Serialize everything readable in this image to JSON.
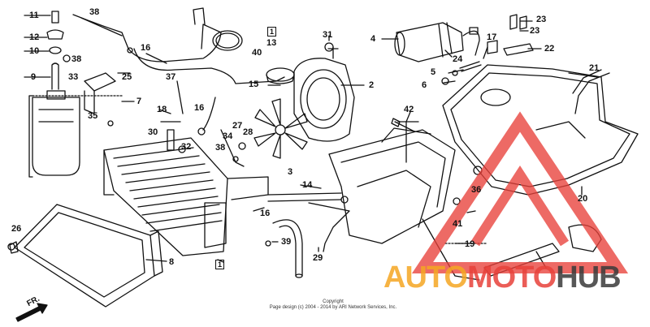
{
  "callouts": {
    "c11": "11",
    "c38a": "38",
    "c12": "12",
    "c10": "10",
    "c38b": "38",
    "c9": "9",
    "c33": "33",
    "c25": "25",
    "c7": "7",
    "c35": "35",
    "c16a": "16",
    "c37": "37",
    "c18": "18",
    "c30": "30",
    "c32": "32",
    "c16b": "16",
    "c15": "15",
    "c40": "40",
    "c13": "13",
    "c1a": "1",
    "c31": "31",
    "c2": "2",
    "c27": "27",
    "c28": "28",
    "c34": "34",
    "c38c": "38",
    "c3": "3",
    "c14": "14",
    "c16c": "16",
    "c39": "39",
    "c29": "29",
    "c42": "42",
    "c4": "4",
    "c24": "24",
    "c5": "5",
    "c6": "6",
    "c17": "17",
    "c23a": "23",
    "c23b": "23",
    "c22": "22",
    "c21": "21",
    "c20": "20",
    "c36": "36",
    "c41": "41",
    "c19": "19",
    "c26": "26",
    "c8": "8",
    "c1b": "1"
  },
  "front_arrow": "FR.",
  "copyright": {
    "line1": "Copyright",
    "line2": "Page design (c) 2004 - 2014 by ARI Network Services, Inc."
  },
  "watermark": {
    "auto": "AUTO",
    "moto": "MOTO",
    "hub": "HUB",
    "colors": {
      "orange": "#f5a623",
      "red": "#e8413a",
      "dark": "#3a3a3a"
    }
  }
}
